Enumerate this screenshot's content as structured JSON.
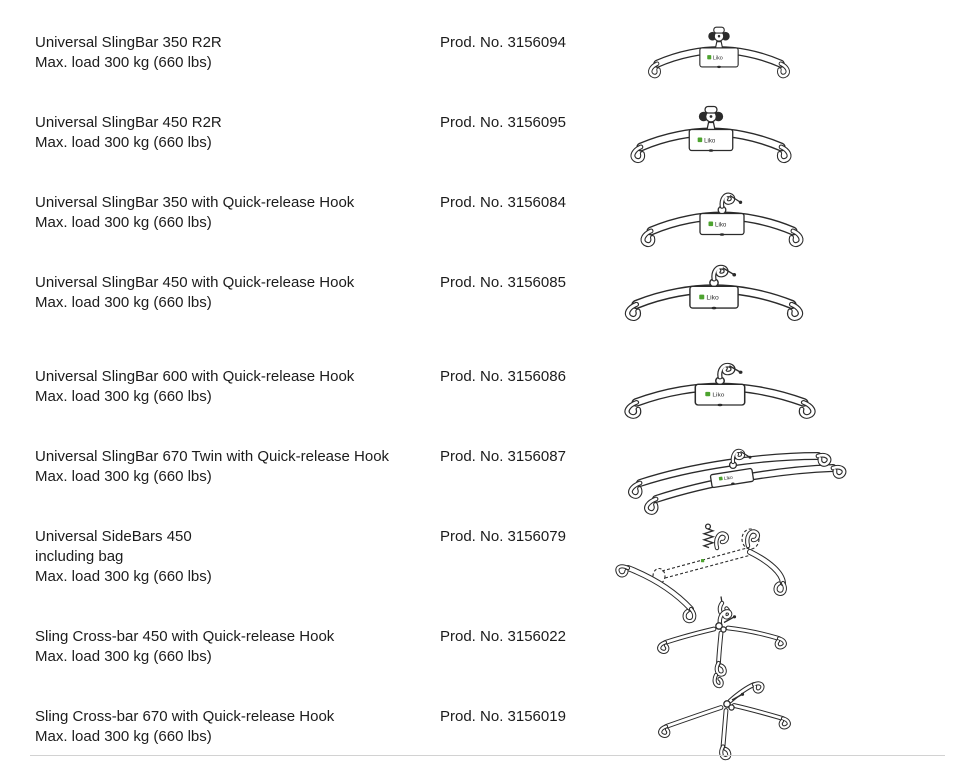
{
  "colors": {
    "text": "#1c1c1c",
    "drawing_line": "#2b2b2b",
    "liko_green": "#4da32f",
    "divider": "#d2d2d2"
  },
  "labels": {
    "liko_logo": "Liko"
  },
  "products": [
    {
      "name": "Universal SlingBar 350 R2R",
      "max_load": "Max. load 300 kg (660 lbs)",
      "prod_no": "Prod. No. 3156094",
      "illustration": "slingbar-350-r2r-illustration"
    },
    {
      "name": "Universal SlingBar 450 R2R",
      "max_load": "Max. load 300 kg (660 lbs)",
      "prod_no": "Prod. No. 3156095",
      "illustration": "slingbar-450-r2r-illustration"
    },
    {
      "name": "Universal SlingBar 350 with Quick-release Hook",
      "max_load": "Max. load 300 kg (660 lbs)",
      "prod_no": "Prod. No. 3156084",
      "illustration": "slingbar-350-quick-release-illustration"
    },
    {
      "name": "Universal SlingBar 450 with Quick-release Hook",
      "max_load": "Max. load 300 kg (660 lbs)",
      "prod_no": "Prod. No. 3156085",
      "illustration": "slingbar-450-quick-release-illustration"
    },
    {
      "name": "Universal SlingBar 600 with Quick-release Hook",
      "max_load": "Max. load 300 kg (660 lbs)",
      "prod_no": "Prod. No. 3156086",
      "illustration": "slingbar-600-quick-release-illustration"
    },
    {
      "name": "Universal SlingBar 670 Twin with Quick-release Hook",
      "max_load": "Max. load 300 kg (660 lbs)",
      "prod_no": "Prod. No. 3156087",
      "illustration": "slingbar-670-twin-illustration"
    },
    {
      "name": "Universal SideBars 450",
      "extra": "including bag",
      "max_load": "Max. load 300 kg (660 lbs)",
      "prod_no": "Prod. No. 3156079",
      "illustration": "sidebars-450-illustration"
    },
    {
      "name": "Sling Cross-bar 450 with Quick-release Hook",
      "max_load": "Max. load 300 kg (660 lbs)",
      "prod_no": "Prod. No. 3156022",
      "illustration": "cross-bar-450-illustration"
    },
    {
      "name": "Sling Cross-bar 670 with Quick-release Hook",
      "max_load": "Max. load 300 kg (660 lbs)",
      "prod_no": "Prod. No. 3156019",
      "illustration": "cross-bar-670-illustration"
    }
  ]
}
